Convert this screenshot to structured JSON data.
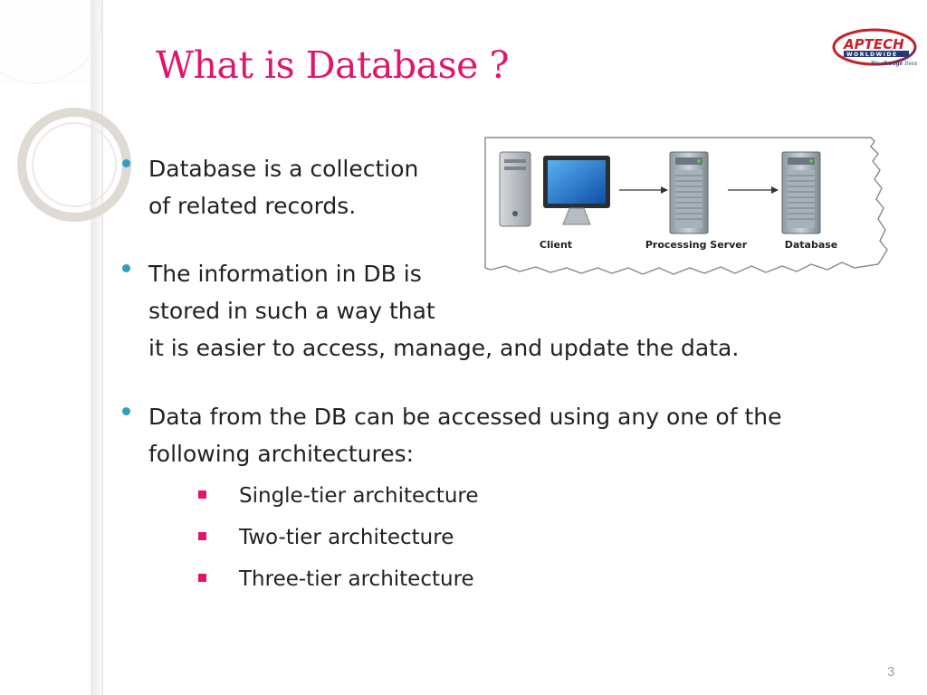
{
  "slide": {
    "title": "What is Database ?",
    "page_number": "3"
  },
  "logo": {
    "brand": "APTECH",
    "sub": "WORLDWIDE",
    "tagline_prefix": "We ",
    "tagline_emph": "change",
    "tagline_suffix": " lives"
  },
  "bullets": [
    {
      "lines": [
        "Database is a collection",
        "of related records."
      ]
    },
    {
      "lines": [
        "The information in DB is",
        "stored in such a way that",
        "it is easier to access, manage, and update the data."
      ]
    },
    {
      "lines": [
        "Data from the DB can be accessed using any one of the",
        "following  architectures:"
      ]
    }
  ],
  "sub_bullets": [
    "Single-tier architecture",
    "Two-tier architecture",
    "Three-tier architecture"
  ],
  "diagram": {
    "labels": [
      "Client",
      "Processing Server",
      "Database"
    ]
  },
  "colors": {
    "title": "#e0166c",
    "bullet": "#2f9fc0",
    "sub_bullet": "#e0166c",
    "logo_red": "#c8202a",
    "logo_navy": "#233a7a"
  }
}
